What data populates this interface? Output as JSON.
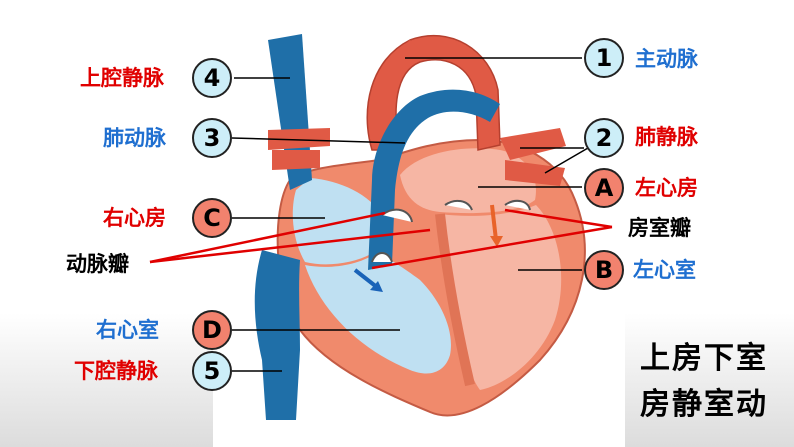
{
  "labels": {
    "aorta": "主动脉",
    "pulmonary_vein": "肺静脉",
    "left_atrium": "左心房",
    "av_valve": "房室瓣",
    "left_ventricle": "左心室",
    "superior_vena_cava": "上腔静脉",
    "pulmonary_artery": "肺动脉",
    "right_atrium": "右心房",
    "arterial_valve": "动脉瓣",
    "right_ventricle": "右心室",
    "inferior_vena_cava": "下腔静脉"
  },
  "markers": {
    "m1": "1",
    "m2": "2",
    "m3": "3",
    "m4": "4",
    "m5": "5",
    "mA": "A",
    "mB": "B",
    "mC": "C",
    "mD": "D"
  },
  "motto": {
    "line1": "上房下室",
    "line2": "房静室动"
  },
  "colors": {
    "label_red": "#e00000",
    "label_blue": "#1f6fd0",
    "vein_blue": "#1f6fa8",
    "artery_red": "#e05a45",
    "heart_wall": "#f08a6c",
    "right_chamber": "#bfe0f2",
    "left_chamber": "#f6b6a4",
    "number_marker_fill": "#cdeef8",
    "letter_marker_fill": "#f2826e"
  }
}
